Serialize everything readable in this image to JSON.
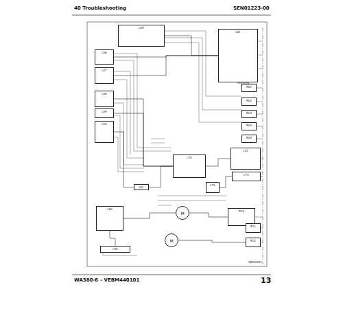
{
  "diagram": {
    "nodes": [
      {
        "text": [
          "L05"
        ]
      },
      {
        "text": [
          "L06"
        ]
      },
      {
        "text": [
          "L07"
        ]
      },
      {
        "text": [
          "L08"
        ]
      },
      {
        "text": [
          "L09"
        ]
      },
      {
        "text": [
          "L10"
        ]
      },
      {
        "text": [
          "L61"
        ]
      },
      {
        "text": [
          "R01"
        ]
      },
      {
        "text": [
          "R02"
        ]
      },
      {
        "text": [
          "R03"
        ]
      },
      {
        "text": [
          "R04"
        ]
      },
      {
        "text": [
          "R05"
        ]
      },
      {
        "text": [
          "L70"
        ]
      },
      {
        "text": [
          "L71"
        ]
      },
      {
        "text": [
          "L72"
        ]
      },
      {
        "text": [
          "L73"
        ]
      },
      {
        "text": [
          "L80"
        ]
      },
      {
        "text": [
          "M"
        ]
      },
      {
        "text": [
          "M"
        ]
      },
      {
        "text": [
          "R10"
        ]
      },
      {
        "text": [
          "R11"
        ]
      },
      {
        "text": [
          "R12"
        ]
      },
      {
        "text": [
          "L90"
        ]
      },
      {
        "text": [
          "J01"
        ]
      }
    ],
    "edges": [
      {
        "from": 0,
        "to": 6,
        "arrow": "none"
      },
      {
        "from": 1,
        "to": 6,
        "arrow": "none"
      },
      {
        "from": 2,
        "to": 6,
        "arrow": "none"
      },
      {
        "from": 3,
        "to": 12,
        "arrow": "none"
      },
      {
        "from": 4,
        "to": 12,
        "arrow": "none"
      },
      {
        "from": 5,
        "to": 23,
        "arrow": "none"
      },
      {
        "from": 23,
        "to": 12,
        "arrow": "none"
      },
      {
        "from": 12,
        "to": 14,
        "arrow": "none"
      },
      {
        "from": 13,
        "to": 15,
        "arrow": "none"
      },
      {
        "from": 16,
        "to": 17,
        "arrow": "none"
      },
      {
        "from": 17,
        "to": 19,
        "arrow": "none"
      },
      {
        "from": 18,
        "to": 21,
        "arrow": "none"
      },
      {
        "from": 16,
        "to": 22,
        "arrow": "none"
      },
      {
        "from": 6,
        "to": 7,
        "arrow": "none"
      }
    ],
    "labels": [
      "40 Troubleshooting",
      "SEN01223-00",
      "WA380-6 – VEBM440101",
      "13",
      "9JD03053"
    ]
  }
}
